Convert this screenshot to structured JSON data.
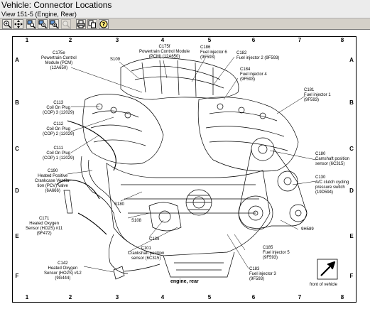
{
  "window": {
    "title": "Vehicle:  Connector Locations",
    "subtitle": "View 151-5 (Engine, Rear)"
  },
  "toolbar": {
    "buttons": [
      {
        "icon": "zoom-in-icon"
      },
      {
        "icon": "pan-icon"
      },
      {
        "icon": "zoom-window-icon"
      },
      {
        "icon": "zoom-out-icon"
      },
      {
        "icon": "zoom-fit-icon"
      },
      {
        "icon": "zoom-disabled-icon"
      },
      {
        "icon": "print-icon"
      },
      {
        "icon": "copy-icon"
      },
      {
        "icon": "help-icon"
      }
    ]
  },
  "diagram": {
    "grid_numbers": [
      "1",
      "2",
      "3",
      "4",
      "5",
      "6",
      "7",
      "8"
    ],
    "grid_letters": [
      "A",
      "B",
      "C",
      "D",
      "E",
      "F"
    ],
    "caption": "engine, rear",
    "front_label": "front of vehicle",
    "labels": {
      "c175e": "C175e",
      "c175e_desc1": "Powertrain Control",
      "c175e_desc2": "Module (PCM)",
      "c175e_desc3": "(12A650)",
      "s109": "S109",
      "c175f": "C175f",
      "c175f_desc1": "Powertrain Control Module",
      "c175f_desc2": "(PCM) (12A650)",
      "c186": "C186",
      "c186_desc1": "Fuel injector 6",
      "c186_desc2": "(9F593)",
      "c182": "C182",
      "c182_desc": "Fuel injector 2 (9F593)",
      "c184": "C184",
      "c184_desc1": "Fuel injector 4",
      "c184_desc2": "(9F593)",
      "c181": "C181",
      "c181_desc1": "Fuel injector 1",
      "c181_desc2": "(9F593)",
      "c113": "C113",
      "c113_desc1": "Coil On Plug",
      "c113_desc2": "(COP) 3 (12029)",
      "c112": "C112",
      "c112_desc1": "Coil On Plug",
      "c112_desc2": "(COP) 2 (12029)",
      "c111": "C111",
      "c111_desc1": "Coil On Plug",
      "c111_desc2": "(COP) 1 (12029)",
      "c190": "C190",
      "c190_desc1": "Heated Positive",
      "c190_desc2": "Crankcase Ventila-",
      "c190_desc3": "tion (PCV) valve",
      "c190_desc4": "(6A666)",
      "c180": "C180",
      "c180_desc1": "Camshaft position",
      "c180_desc2": "sensor (6C315)",
      "c130": "C130",
      "c130_desc1": "A/C clutch cycling",
      "c130_desc2": "pressure switch",
      "c130_desc3": "(19D594)",
      "s180": "S180",
      "s108": "S108",
      "c171": "C171",
      "c171_desc1": "Heated Oxygen",
      "c171_desc2": "Sensor (HO2S) #11",
      "c171_desc3": "(9F472)",
      "c139": "C139",
      "c101": "C101",
      "c101_desc1": "Crankshaft position",
      "c101_desc2": "sensor (6C315)",
      "h9h589": "9H589",
      "c185": "C185",
      "c185_desc1": "Fuel injector 5",
      "c185_desc2": "(9F593)",
      "c183": "C183",
      "c183_desc1": "Fuel injector 3",
      "c183_desc2": "(9F593)",
      "c142": "C142",
      "c142_desc1": "Heated Oxygen",
      "c142_desc2": "Sensor (HO2S) #12",
      "c142_desc3": "(9G444)"
    }
  }
}
